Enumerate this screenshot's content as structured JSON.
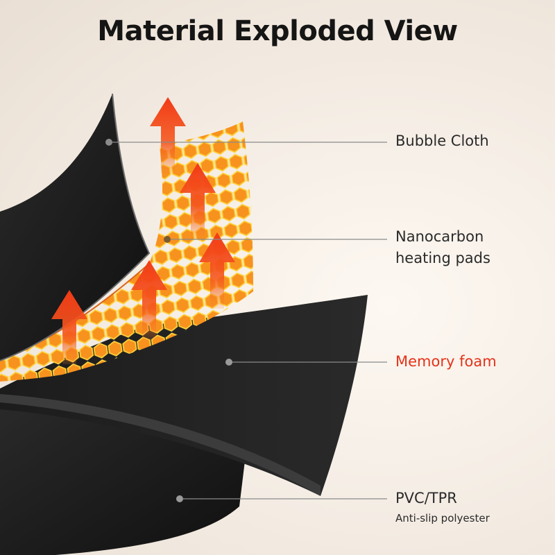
{
  "title": "Material Exploded View",
  "layers": [
    {
      "label_lines": [
        "Bubble Cloth"
      ]
    },
    {
      "label_lines": [
        "Nanocarbon",
        "heating pads"
      ]
    },
    {
      "label_lines": [
        "Memory foam"
      ],
      "color": "#e53219"
    },
    {
      "label_lines": [
        "PVC/TPR"
      ],
      "sublabel": "Anti-slip polyester"
    }
  ],
  "colors": {
    "heat_orange": "#f58220",
    "honeycomb_line": "#ffd23a",
    "arrow_red": "#f0431c",
    "layer_black": "#1a1a1a",
    "highlight": "#e53219"
  }
}
